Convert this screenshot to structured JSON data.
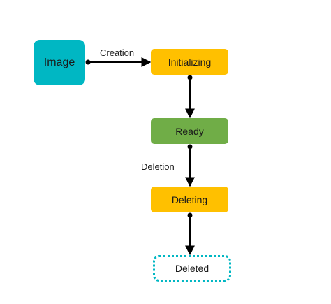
{
  "colors": {
    "image": "#00b7c3",
    "transitional": "#ffc000",
    "ready": "#70ad47",
    "dotted_border": "#00b7c3",
    "connector": "#000000"
  },
  "nodes": {
    "image": "Image",
    "initializing": "Initializing",
    "ready": "Ready",
    "deleting": "Deleting",
    "deleted": "Deleted"
  },
  "edges": {
    "creation": "Creation",
    "deletion": "Deletion"
  }
}
